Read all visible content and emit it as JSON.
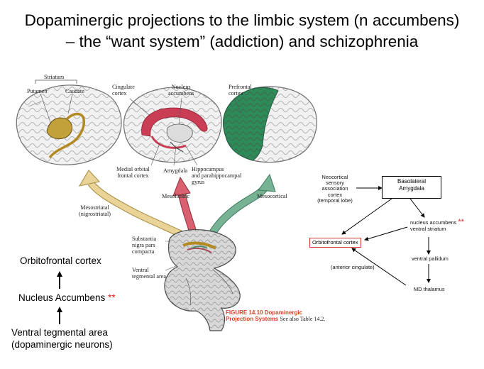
{
  "slide": {
    "title_line1": "Dopaminergic projections to the limbic system (n accumbens)",
    "title_line2": "– the “want system” (addiction) and schizophrenia"
  },
  "figure": {
    "labels": {
      "striatum": "Striatum",
      "putamen": "Putamen",
      "caudate": "Caudate",
      "cingulate_cortex_1": "Cingulate",
      "cingulate_cortex_2": "cortex",
      "nucleus_accumbens_1": "Nucleus",
      "nucleus_accumbens_2": "accumbens",
      "prefrontal_cortex_1": "Prefrontal",
      "prefrontal_cortex_2": "cortex",
      "medial_orbital_1": "Medial orbital",
      "medial_orbital_2": "frontal cortex",
      "amygdala": "Amygdala",
      "hippocampus_1": "Hippocampus",
      "hippocampus_2": "and parahippocampal",
      "hippocampus_3": "gyrus",
      "mesostriatal_1": "Mesostriatal",
      "mesostriatal_2": "(nigrostriatal)",
      "mesolimbic": "Mesolimbic",
      "mesocortical": "Mesocortical",
      "substantia_1": "Substantia",
      "substantia_2": "nigra pars",
      "substantia_3": "compacta",
      "vta_1": "Ventral",
      "vta_2": "tegmental area"
    },
    "caption_title": "FIGURE 14.10  Dopaminergic",
    "caption_title2": "Projection Systems",
    "caption_note": "See also Table 14.2."
  },
  "left_chain": {
    "orbitofrontal": "Orbitofrontal cortex",
    "nucleus_accumbens": "Nucleus Accumbens",
    "stars": "**",
    "vta_line1": "Ventral tegmental area",
    "vta_line2": "(dopaminergic neurons)"
  },
  "network": {
    "neocortical_1": "Neocortical",
    "neocortical_2": "sensory",
    "neocortical_3": "association",
    "neocortical_4": "cortex",
    "neocortical_5": "(temporal lobe)",
    "basolateral_1": "Basolateral",
    "basolateral_2": "Amygdala",
    "nacc_1": "nucleus accumbens",
    "nacc_2": "ventral striatum",
    "stars": "**",
    "orbitofrontal": "Orbitofrontal cortex",
    "ventral_pallidum": "ventral pallidum",
    "anterior_cingulate": "(anterior cingulate)",
    "md_thalamus": "MD thalamus"
  },
  "colors": {
    "mesostriatal": "#e8d08c",
    "mesolimbic": "#d9606e",
    "mesocortical": "#6aaa8a",
    "ofc_box_border": "#d23a3a",
    "stars": "#e02020",
    "caption": "#d2452a"
  }
}
